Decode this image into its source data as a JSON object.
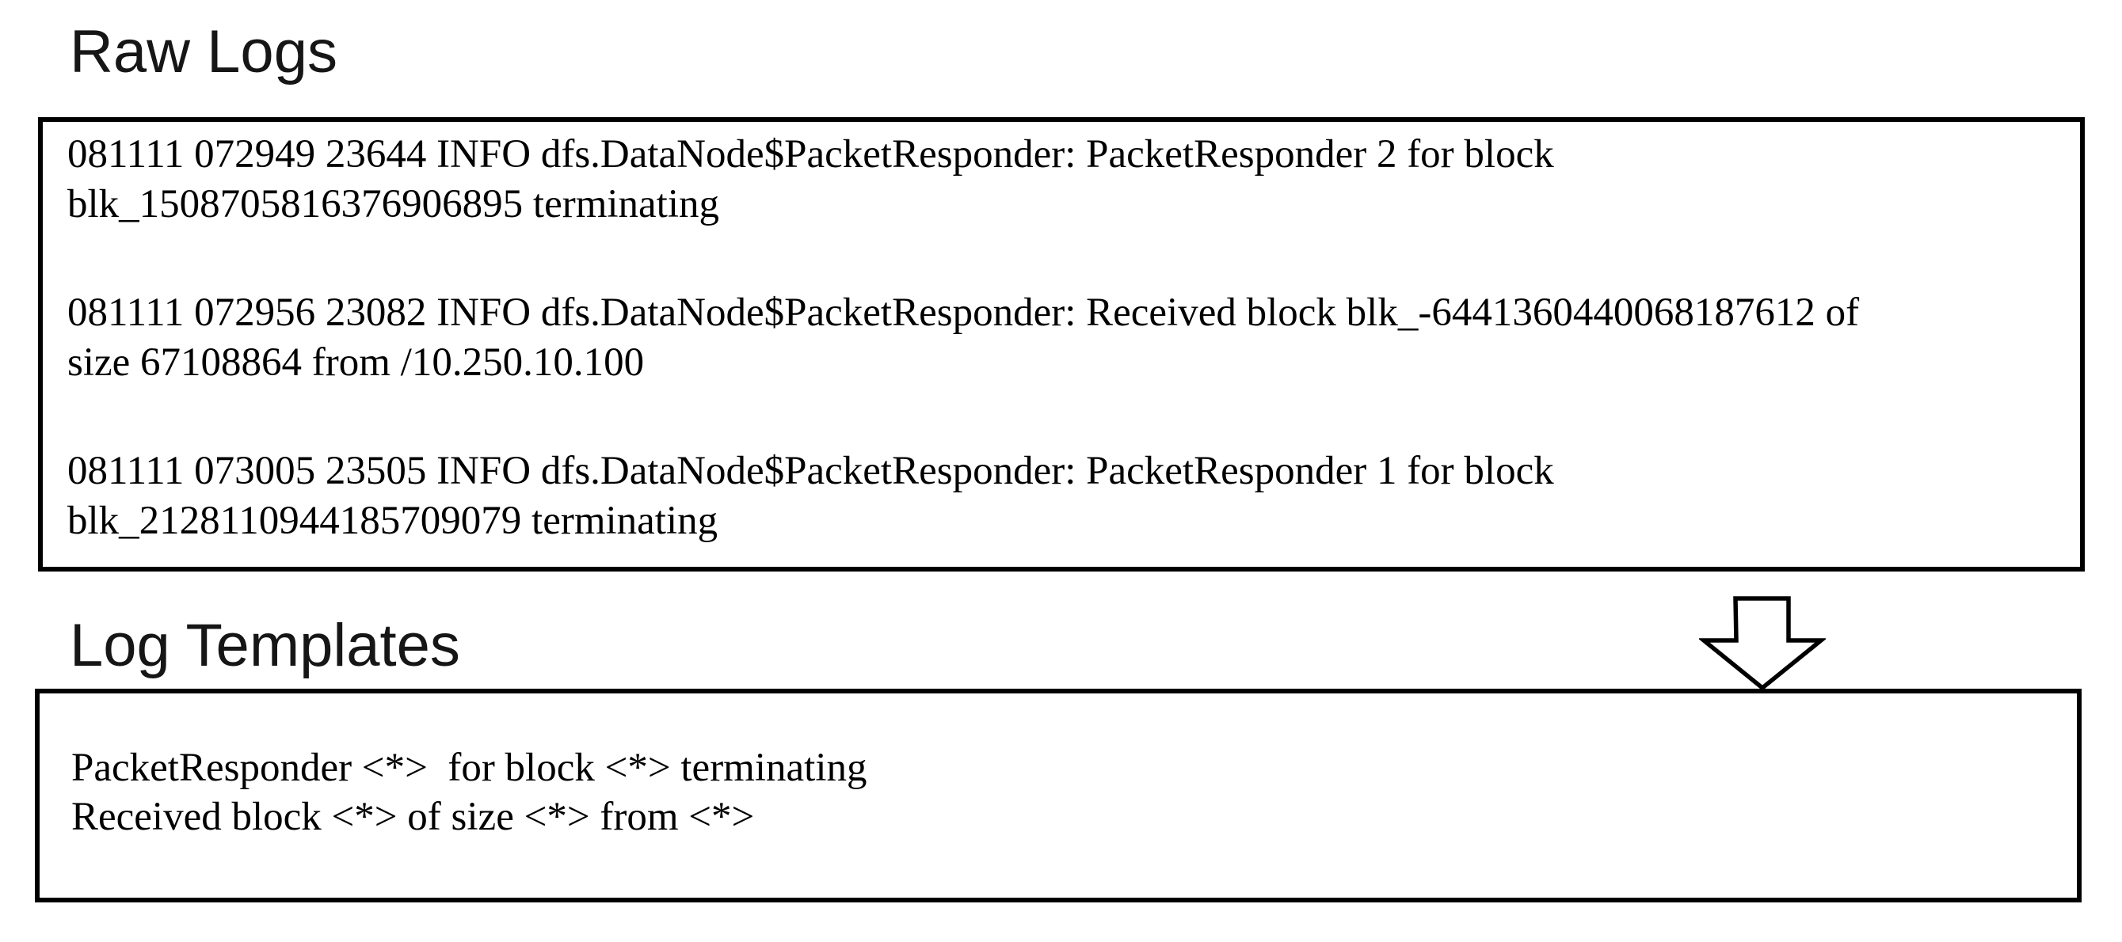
{
  "figure": {
    "background": "#ffffff",
    "ink_color": "#000000"
  },
  "raw_logs": {
    "title": "Raw Logs",
    "entries": [
      {
        "line1": "081111 072949 23644 INFO dfs.DataNode$PacketResponder: PacketResponder 2 for block",
        "line2": "blk_1508705816376906895 terminating"
      },
      {
        "line1": "081111 072956 23082 INFO dfs.DataNode$PacketResponder: Received block blk_-6441360440068187612 of",
        "line2": "size 67108864 from /10.250.10.100"
      },
      {
        "line1": "081111 073005 23505 INFO dfs.DataNode$PacketResponder: PacketResponder 1 for block",
        "line2": "blk_2128110944185709079 terminating"
      }
    ]
  },
  "log_templates": {
    "title": "Log Templates",
    "templates": [
      "PacketResponder <*>  for block <*> terminating",
      "Received block <*> of size <*> from <*>"
    ]
  },
  "arrow": {
    "name": "down-arrow",
    "fill": "#ffffff",
    "stroke": "#000000"
  }
}
